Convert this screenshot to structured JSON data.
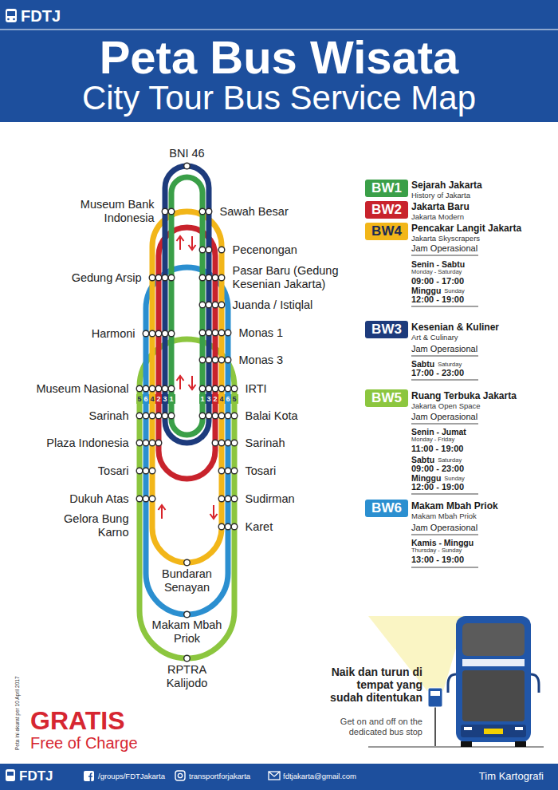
{
  "diagram": {
    "title": "Peta Bus Wisata",
    "labels": [
      "City Tour Bus Service Map",
      "BNI 46",
      "Museum Bank Indonesia",
      "Sawah Besar",
      "Pecenongan",
      "Gedung Arsip",
      "Pasar Baru (Gedung Kesenian Jakarta)",
      "Juanda / Istiqlal",
      "Harmoni",
      "Monas 1",
      "Monas 3",
      "Museum Nasional",
      "IRTI",
      "Sarinah",
      "Balai Kota",
      "Plaza Indonesia",
      "Sarinah",
      "Tosari",
      "Tosari",
      "Dukuh Atas",
      "Sudirman",
      "Gelora Bung Karno",
      "Karet",
      "Bundaran Senayan",
      "Makam Mbah Priok",
      "RPTRA Kalijodo",
      "5",
      "6",
      "4",
      "2",
      "3",
      "1",
      "1",
      "3",
      "2",
      "4",
      "6",
      "5",
      "Sejarah Jakarta",
      "History of Jakarta",
      "Jakarta Baru",
      "Jakarta Modern",
      "Pencakar Langit Jakarta",
      "Jakarta Skyscrapers",
      "Jam Operasional",
      "Senin - Sabtu",
      "Monday - Saturday",
      "09:00 - 17:00",
      "Minggu",
      "Sunday",
      "12:00 - 19:00",
      "Kesenian & Kuliner",
      "Art & Culinary",
      "Jam Operasional",
      "Sabtu",
      "Saturday",
      "17:00 - 23:00",
      "Ruang Terbuka Jakarta",
      "Jakarta Open Space",
      "Jam Operasional",
      "Senin - Jumat",
      "Monday - Friday",
      "11:00 - 19:00",
      "Sabtu",
      "Saturday",
      "09:00 - 23:00",
      "Minggu",
      "Sunday",
      "12:00 - 19:00",
      "Makam Mbah Priok",
      "Makam Mbah Priok",
      "Jam Operasional",
      "Kamis - Minggu",
      "Thursday - Sunday",
      "13:00 - 19:00",
      "Naik dan turun di tempat yang sudah ditentukan",
      "Get on and off on the dedicated bus stop",
      "GRATIS",
      "Free of Charge",
      "Peta ini akurat per 10 April 2017",
      "FDTJ",
      "FDTJ",
      "/groups/FDTJakarta",
      "transportforjakarta",
      "fdtjakarta@gmail.com",
      "Tim Kartografi"
    ],
    "legend": [
      {
        "text": "BW1",
        "color": "#3a9f48"
      },
      {
        "text": "BW2",
        "color": "#c8232c"
      },
      {
        "text": "BW4",
        "color": "#f2b619"
      },
      {
        "text": "BW3",
        "color": "#1d3b7c"
      },
      {
        "text": "BW5",
        "color": "#8cc63f"
      },
      {
        "text": "BW6",
        "color": "#2b8fd0"
      }
    ]
  }
}
